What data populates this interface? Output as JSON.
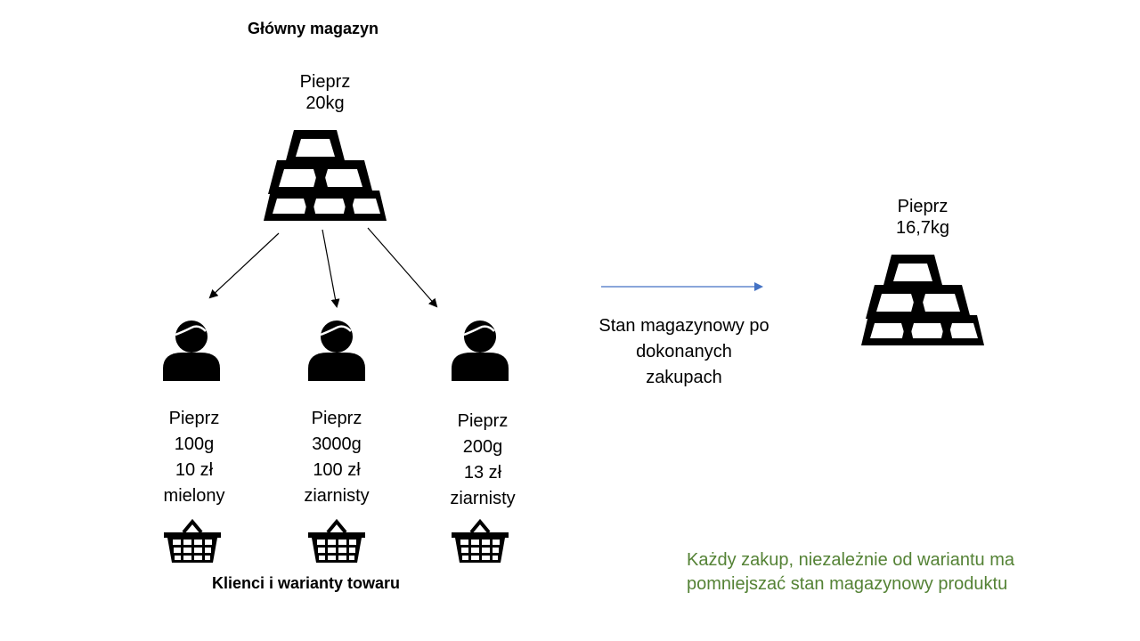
{
  "warehouse": {
    "title": "Główny magazyn",
    "product_name": "Pieprz",
    "stock": "20kg"
  },
  "customers": [
    {
      "product": "Pieprz",
      "amount": "100g",
      "price": "10 zł",
      "variant": "mielony"
    },
    {
      "product": "Pieprz",
      "amount": "3000g",
      "price": "100 zł",
      "variant": "ziarnisty"
    },
    {
      "product": "Pieprz",
      "amount": "200g",
      "price": "13 zł",
      "variant": "ziarnisty"
    }
  ],
  "customers_caption": "Klienci i warianty towaru",
  "transition": {
    "line1": "Stan magazynowy po",
    "line2": "dokonanych",
    "line3": "zakupach",
    "arrow_color": "#4472c4"
  },
  "result": {
    "product_name": "Pieprz",
    "stock": "16,7kg"
  },
  "note": {
    "line1": "Każdy zakup, niezależnie od wariantu ma",
    "line2": "pomniejszać stan magazynowy produktu",
    "color": "#548235"
  }
}
